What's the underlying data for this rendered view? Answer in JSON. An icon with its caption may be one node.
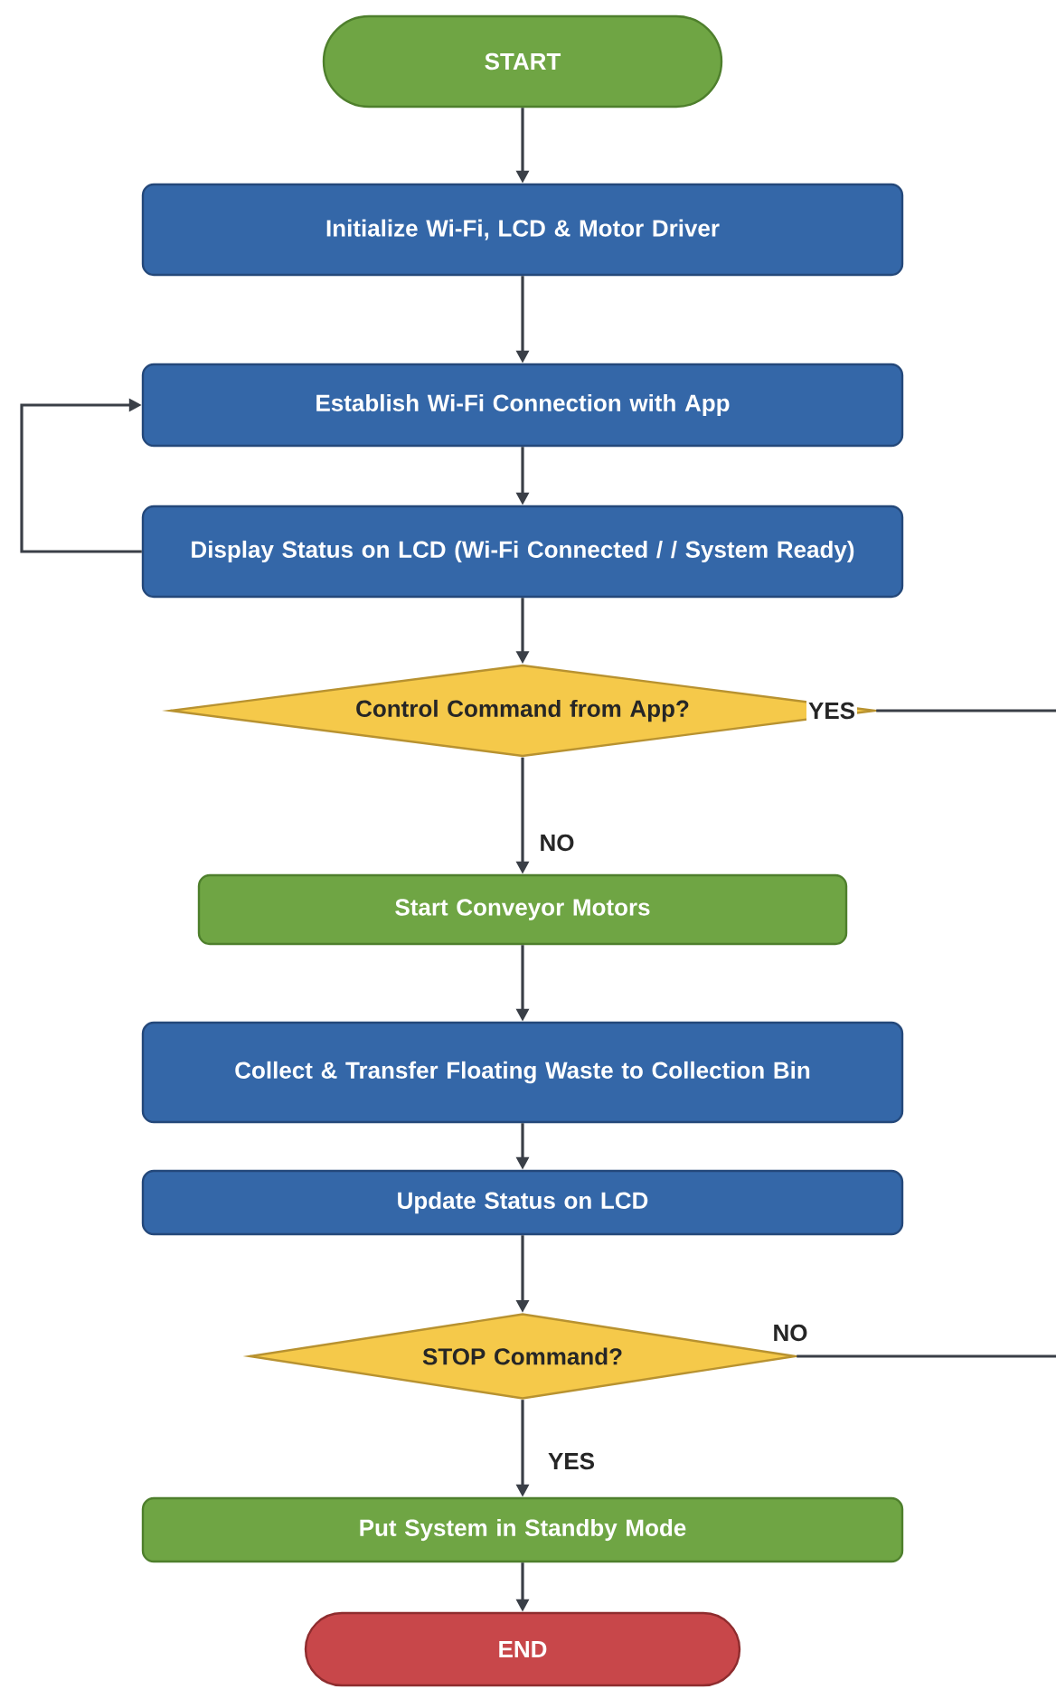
{
  "diagram": {
    "nodes": [
      {
        "text": [
          "START"
        ]
      },
      {
        "text": [
          "Initialize Wi-Fi, LCD & Motor Driver"
        ]
      },
      {
        "text": [
          "Establish Wi-Fi Connection with App"
        ]
      },
      {
        "text": [
          "Display Status on LCD (Wi-Fi Connected / / System Ready)"
        ]
      },
      {
        "text": [
          "Control Command from App?"
        ]
      },
      {
        "text": [
          "Start Conveyor Motors"
        ]
      },
      {
        "text": [
          "Collect & Transfer Floating Waste to Collection Bin"
        ]
      },
      {
        "text": [
          "Update Status on LCD"
        ]
      },
      {
        "text": [
          "STOP Command?"
        ]
      },
      {
        "text": [
          "Put System in Standby Mode"
        ]
      },
      {
        "text": [
          "END"
        ]
      }
    ],
    "edges": [
      {
        "from": 0,
        "to": 1,
        "arrow": "to"
      },
      {
        "from": 1,
        "to": 2,
        "arrow": "to"
      },
      {
        "from": 2,
        "to": 3,
        "arrow": "to"
      },
      {
        "from": 3,
        "to": 2,
        "arrow": "to"
      },
      {
        "from": 3,
        "to": 4,
        "arrow": "to"
      },
      {
        "from": 4,
        "to": 5,
        "arrow": "to",
        "label": "NO"
      },
      {
        "from": 5,
        "to": 6,
        "arrow": "to"
      },
      {
        "from": 6,
        "to": 7,
        "arrow": "to"
      },
      {
        "from": 7,
        "to": 8,
        "arrow": "to"
      },
      {
        "from": 8,
        "to": 9,
        "arrow": "to",
        "label": "YES"
      },
      {
        "from": 9,
        "to": 10,
        "arrow": "to"
      },
      {
        "from": 4,
        "to": null,
        "arrow": "none",
        "label": "YES"
      },
      {
        "from": 8,
        "to": null,
        "arrow": "none",
        "label": "NO"
      }
    ]
  }
}
